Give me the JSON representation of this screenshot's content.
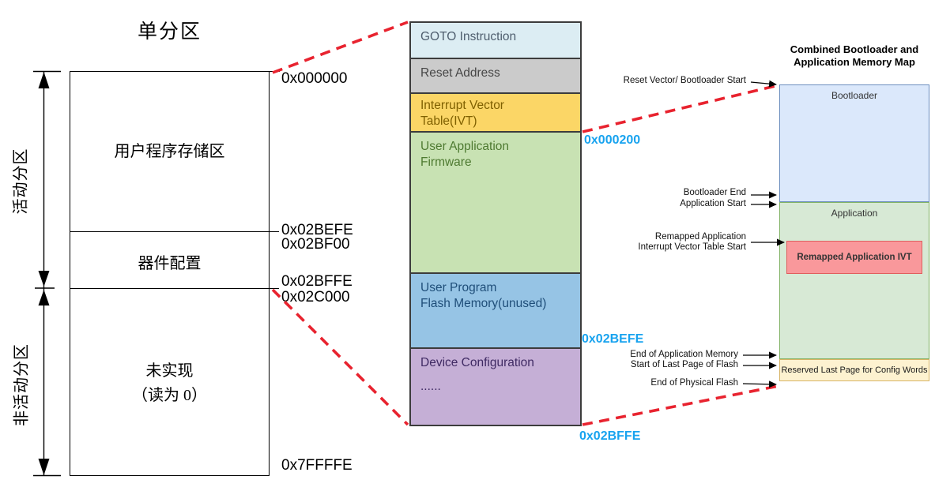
{
  "left_diagram": {
    "title": "单分区",
    "active_partition_label": "活动分区",
    "inactive_partition_label": "非活动分区",
    "region_user_program": "用户程序存储区",
    "region_device_config": "器件配置",
    "region_unimplemented_line1": "未实现",
    "region_unimplemented_line2": "（读为 0）",
    "addresses": {
      "top": "0x000000",
      "user_end": "0x02BEFE",
      "config_start": "0x02BF00",
      "config_end": "0x02BFFE",
      "inactive_start": "0x02C000",
      "bottom": "0x7FFFFE"
    }
  },
  "middle_map": {
    "segments": [
      {
        "name": "goto-instruction",
        "line1": "GOTO Instruction",
        "line2": "",
        "fill": "#dcedf3",
        "text_color": "#4f5e6e"
      },
      {
        "name": "reset-address",
        "line1": "Reset Address",
        "line2": "",
        "fill": "#cbcbcb",
        "text_color": "#474747"
      },
      {
        "name": "interrupt-vector-table",
        "line1": "Interrupt Vector",
        "line2": "Table(IVT)",
        "fill": "#fbd666",
        "text_color": "#7f6000"
      },
      {
        "name": "user-application-firmware",
        "line1": "User Application",
        "line2": "Firmware",
        "fill": "#c8e2b3",
        "text_color": "#4e7a31"
      },
      {
        "name": "user-program-flash",
        "line1": "User Program",
        "line2": "Flash Memory(unused)",
        "fill": "#96c4e5",
        "text_color": "#1f4e79"
      },
      {
        "name": "device-configuration",
        "line1": "Device Configuration",
        "line2": "......",
        "fill": "#c5afd6",
        "text_color": "#3f2a63"
      }
    ],
    "addresses": {
      "ivt_end": "0x000200",
      "app_end": "0x02BEFE",
      "flash_end": "0x02BFFE"
    },
    "address_color": "#18a3ef",
    "segment_border_color": "#3c3c3c"
  },
  "right_map": {
    "title_line1": "Combined Bootloader and",
    "title_line2": "Application Memory Map",
    "bootloader_label": "Bootloader",
    "application_label": "Application",
    "remapped_ivt_label": "Remapped Application IVT",
    "reserved_label": "Reserved Last Page for Config Words",
    "annotations": {
      "reset_vector": "Reset Vector/ Bootloader Start",
      "bootloader_end": "Bootloader End",
      "application_start": "Application Start",
      "remapped_line1": "Remapped  Application",
      "remapped_line2": "Interrupt Vector Table Start",
      "end_app_memory": "End of Application Memory",
      "start_last_page": "Start of Last Page of Flash",
      "end_physical_flash": "End of Physical Flash"
    },
    "colors": {
      "bootloader_fill": "#dbe8fb",
      "bootloader_border": "#6c8ebf",
      "application_fill": "#d7e9d5",
      "application_border": "#82b366",
      "remapped_ivt_fill": "#f9989b",
      "remapped_ivt_border": "#df5e5e",
      "reserved_fill": "#fdf2d0",
      "reserved_border": "#d8b465"
    }
  },
  "connector_dash_color": "#e8232f"
}
